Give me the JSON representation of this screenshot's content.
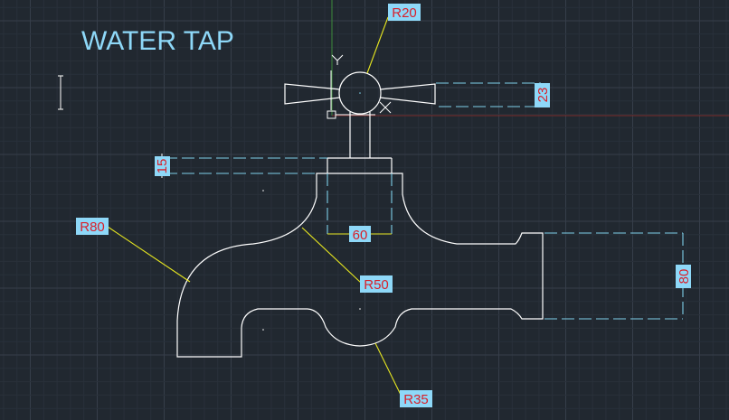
{
  "title": "WATER TAP",
  "dimensions": {
    "r20": "R20",
    "r80": "R80",
    "r50": "R50",
    "r35": "R35",
    "d23": "23",
    "d15": "15",
    "d60": "60",
    "d80": "80"
  },
  "ucs": {
    "x_label": "X",
    "y_label": "Y"
  },
  "colors": {
    "background": "#212830",
    "object": "#ffffff",
    "dimension": "#7fd0ea",
    "leader": "#e6e620",
    "text": "#d8202a",
    "title": "#8ed8f8"
  }
}
